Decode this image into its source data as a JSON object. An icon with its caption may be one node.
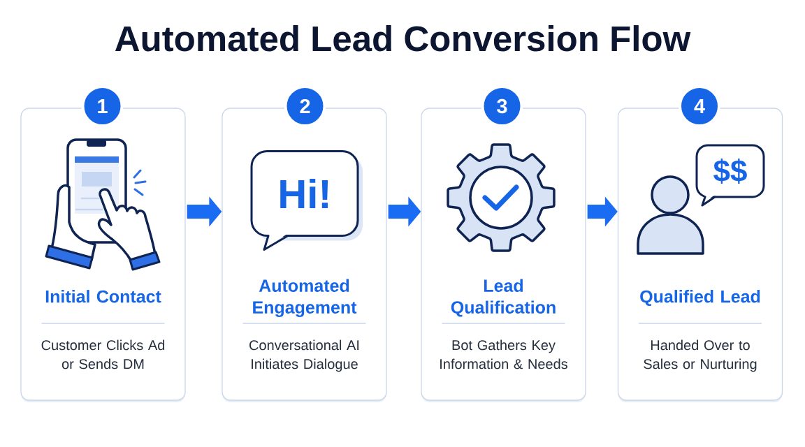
{
  "diagram": {
    "title": "Automated Lead Conversion Flow",
    "nodes": [
      {
        "text": [
          "1"
        ]
      },
      {
        "text": [
          "Initial Contact",
          "Customer Clicks Ad or Sends DM"
        ]
      },
      {
        "text": [
          "2"
        ]
      },
      {
        "text": [
          "Automated Engagement",
          "Conversational AI Initiates Dialogue"
        ]
      },
      {
        "text": [
          "Hi!"
        ],
        "in": 3
      },
      {
        "text": [
          "3"
        ]
      },
      {
        "text": [
          "Lead Qualification",
          "Bot Gathers Key Information & Needs"
        ]
      },
      {
        "text": [
          "4"
        ]
      },
      {
        "text": [
          "Qualified Lead",
          "Handed Over to Sales or Nurturing"
        ]
      },
      {
        "text": [
          "$$"
        ],
        "in": 8
      }
    ],
    "edges": [
      {
        "from": 1,
        "to": 3,
        "arrow": "to"
      },
      {
        "from": 3,
        "to": 6,
        "arrow": "to"
      },
      {
        "from": 6,
        "to": 8,
        "arrow": "to"
      }
    ]
  }
}
